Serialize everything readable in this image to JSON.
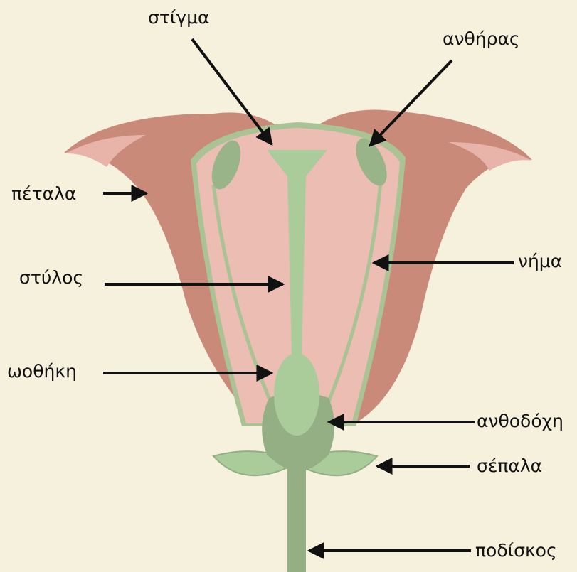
{
  "labels": {
    "stigma": "στίγμα",
    "anther": "ανθήρας",
    "petals": "πέταλα",
    "filament": "νήμα",
    "style": "στύλος",
    "ovary": "ωοθήκη",
    "receptacle": "ανθοδόχη",
    "sepals": "σέπαλα",
    "peduncle": "ποδίσκος"
  },
  "colors": {
    "background": "#f5f1dc",
    "petal_outer": "#c98a7a",
    "petal_inner": "#ebbdb3",
    "petal_lining": "#a9c394",
    "pistil": "#a9cc9a",
    "receptacle": "#93af83",
    "anther": "#98b488",
    "arrow": "#111111"
  }
}
